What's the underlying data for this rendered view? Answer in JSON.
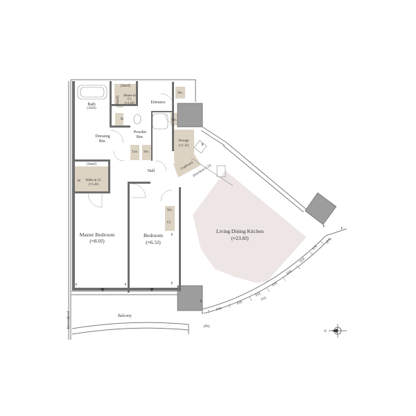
{
  "colors": {
    "ldk_fill": "#ede6e5",
    "storage_fill": "#ddd3c3",
    "shaft_fill": "#9d9d9d",
    "wall": "#6e6e6e"
  },
  "rooms": {
    "bath": "Bath",
    "bath_note": "(1620)",
    "shelf_top": "[Shelf]",
    "shoes_in_cl": "Shoes-in",
    "shoes_in_cl2": "Cl.",
    "shoes_in_area": "(≈1.0J)",
    "shelf_side": "[Shelf]",
    "entrance": "Entrance",
    "sto_entrance": "Sto.",
    "sto_powder": "Sto.",
    "wc_mark": "W",
    "powder_room": "Powder",
    "powder_room2": "Rm.",
    "dressing_room": "Dressing",
    "dressing_room2": "Rm.",
    "lin": "Lin.",
    "sto_hall": "Sto.",
    "storage": "Storage",
    "storage_area": "(≈1.1J)",
    "cupboard": "Cupboard",
    "refrigerator": "R",
    "kitchen": "(Kitchen≈3.3J)",
    "hall": "Hall",
    "shelf_wic": "[Shelf]",
    "wic_mark": "W",
    "walk_in_cl": "Walk-in Cl.",
    "walk_in_cl_area": "(≈1.4J)",
    "sto_bedroom": "Sto.",
    "cl_bedroom": "Cl.",
    "pipe_bedroom": "P",
    "ldk": "Living Dining Kitchen",
    "ldk_area": "(≈23.8J)",
    "master_bedroom": "Master Bedroom",
    "master_bedroom_area": "(≈8.0J)",
    "bedroom": "Bedroom",
    "bedroom_area": "(≈6.5J)",
    "balcony": "Balcony",
    "pipe_master": "P",
    "pipe_bed_left": "P",
    "pipe_bed_right": "P",
    "pipe_balcony": "P",
    "sash_note": "(PS)",
    "sash_note2": "(PS)",
    "pipe_corner": "P",
    "fix_labels": [
      "FIX",
      "FIX",
      "FIX",
      "FIX",
      "FIX",
      "FIX",
      "FIX",
      "FIX"
    ],
    "pipe_ldk": "P",
    "pipe_ldk2": "P",
    "roof_note": "Roof",
    "roof_note2": "Balcony"
  },
  "compass": {
    "north": "N"
  }
}
